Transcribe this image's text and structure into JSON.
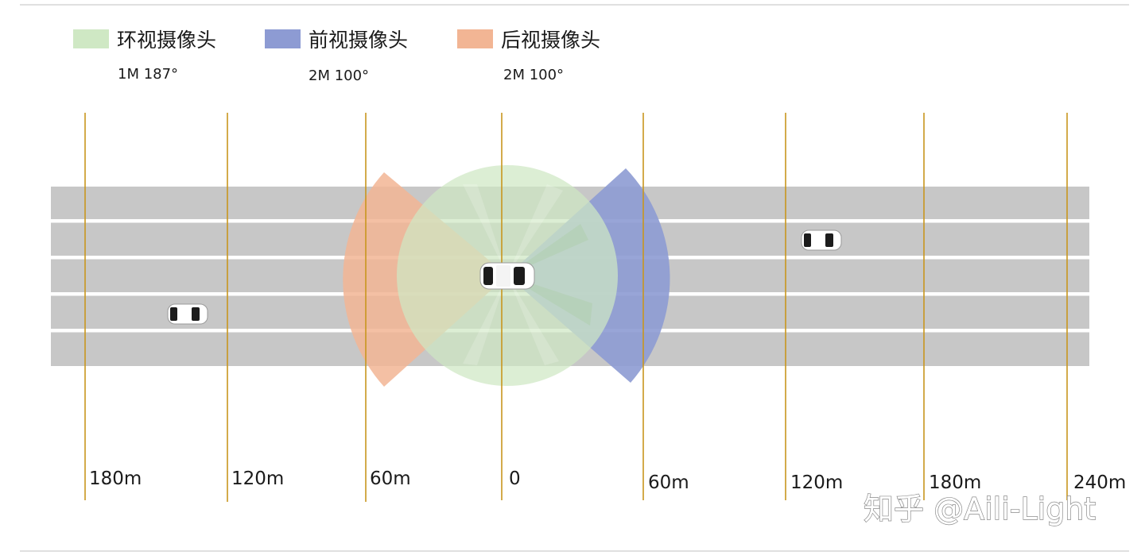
{
  "legend": [
    {
      "label": "环视摄像头",
      "spec": "1M 187°",
      "color": "#cfe8c4"
    },
    {
      "label": "前视摄像头",
      "spec": "2M 100°",
      "color": "#8d9bd3"
    },
    {
      "label": "后视摄像头",
      "spec": "2M 100°",
      "color": "#f2b594"
    }
  ],
  "distance_markers": [
    "180m",
    "120m",
    "60m",
    "0",
    "60m",
    "120m",
    "180m",
    "240m"
  ],
  "watermark": "知乎 @Aili-Light",
  "colors": {
    "road": "#c7c7c7",
    "lane_line": "#ffffff",
    "marker_line": "#c8961e",
    "surround_fov": "#cfe8c4",
    "front_fov": "#8d9bd3",
    "rear_fov": "#f2b594",
    "car_body": "#ffffff",
    "car_glass": "#1c1c1c"
  }
}
